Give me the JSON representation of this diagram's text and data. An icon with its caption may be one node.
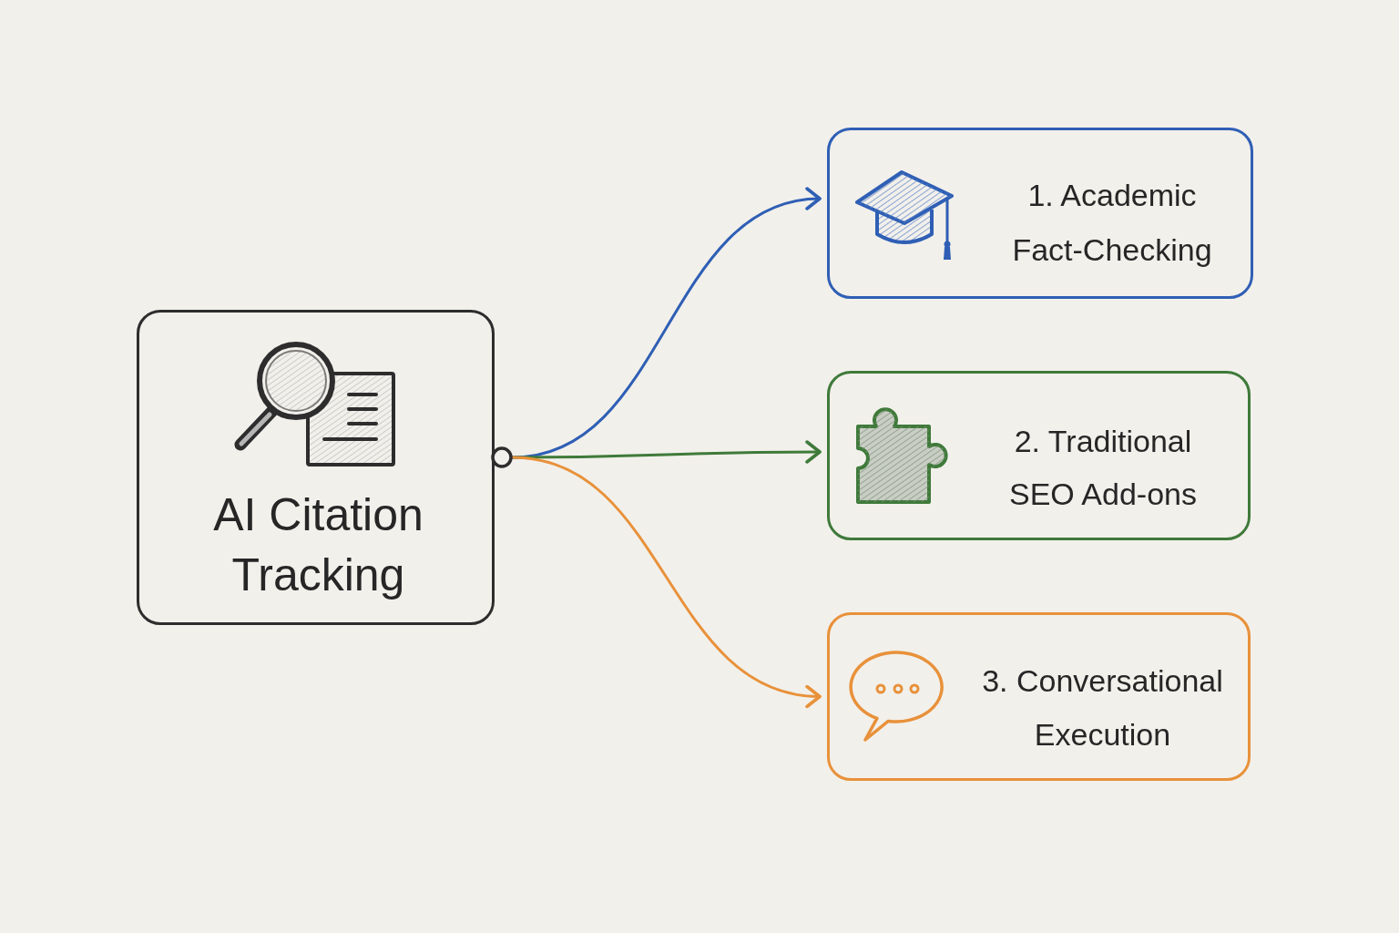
{
  "diagram": {
    "nodes": [
      {
        "text": [
          "AI Citation Tracking"
        ]
      },
      {
        "text": [
          "1. Academic Fact-Checking"
        ]
      },
      {
        "text": [
          "2. Traditional SEO Add-ons"
        ]
      },
      {
        "text": [
          "3. Conversational Execution"
        ]
      }
    ],
    "edges": [
      {
        "from": 0,
        "to": 1,
        "arrow": "to",
        "color": "#2f5fb5"
      },
      {
        "from": 0,
        "to": 2,
        "arrow": "to",
        "color": "#3f7a3a"
      },
      {
        "from": 0,
        "to": 3,
        "arrow": "to",
        "color": "#e8913a"
      }
    ]
  }
}
